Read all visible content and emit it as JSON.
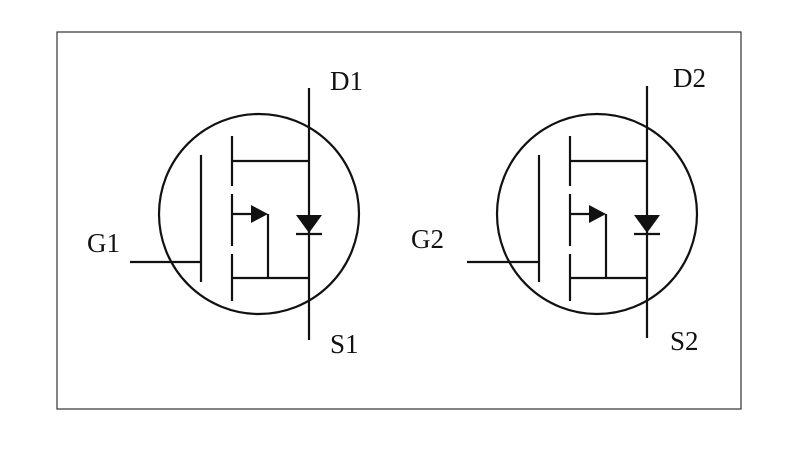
{
  "transistors": [
    {
      "drain_label": "D1",
      "gate_label": "G1",
      "source_label": "S1"
    },
    {
      "drain_label": "D2",
      "gate_label": "G2",
      "source_label": "S2"
    }
  ],
  "colors": {
    "stroke": "#111111",
    "background": "#ffffff",
    "frame": "#333333"
  }
}
